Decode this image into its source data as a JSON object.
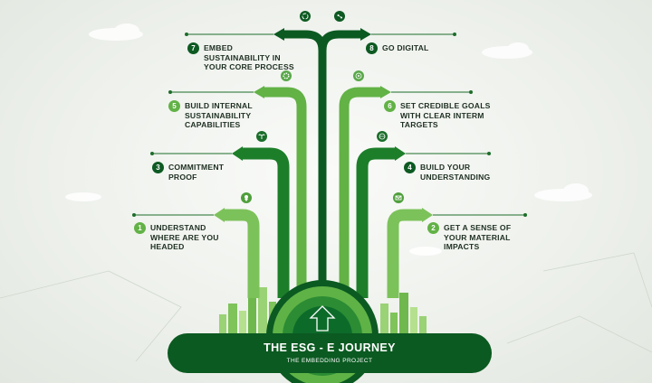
{
  "title": "THE ESG - E JOURNEY",
  "subtitle": "THE EMBEDDING PROJECT",
  "steps": [
    {
      "num": "1",
      "text": "UNDERSTAND WHERE ARE YOU HEADED",
      "icon": "location-pin-icon"
    },
    {
      "num": "2",
      "text": "GET A SENSE OF YOUR MATERIAL IMPACTS",
      "icon": "envelope-icon"
    },
    {
      "num": "3",
      "text": "COMMITMENT PROOF",
      "icon": "seedling-icon"
    },
    {
      "num": "4",
      "text": "BUILD YOUR UNDERSTANDING",
      "icon": "globe-icon"
    },
    {
      "num": "5",
      "text": "BUILD INTERNAL SUSTAINABILITY CAPABILITIES",
      "icon": "gear-icon"
    },
    {
      "num": "6",
      "text": "SET CREDIBLE GOALS WITH CLEAR INTERM TARGETS",
      "icon": "target-icon"
    },
    {
      "num": "7",
      "text": "EMBED SUSTAINABILITY IN YOUR CORE PROCESS",
      "icon": "recycle-icon"
    },
    {
      "num": "8",
      "text": "GO DIGITAL",
      "icon": "network-icon"
    }
  ],
  "colors": {
    "dark_green": "#0d5a22",
    "mid_green": "#2f8a2f",
    "light_green": "#62b246"
  }
}
